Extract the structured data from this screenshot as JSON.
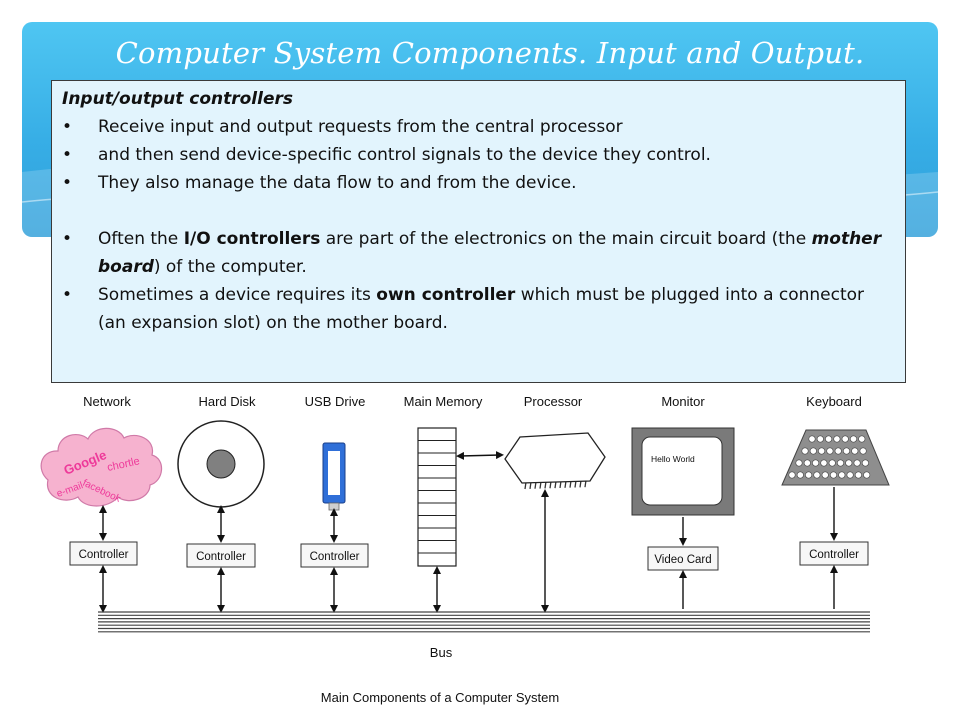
{
  "slide": {
    "title": "Computer System Components. Input and Output."
  },
  "textbox": {
    "heading": "Input/output controllers",
    "bullets": [
      {
        "parts": [
          {
            "text": "Receive input and output requests from the central processor",
            "bold": false,
            "italic": false
          }
        ]
      },
      {
        "parts": [
          {
            "text": "and then send device-specific control signals to the device they control.",
            "bold": false,
            "italic": false
          }
        ]
      },
      {
        "parts": [
          {
            "text": "They also manage the data flow to and from the device.",
            "bold": false,
            "italic": false
          }
        ]
      },
      {
        "spacer": true
      },
      {
        "parts": [
          {
            "text": "Often the ",
            "bold": false,
            "italic": false
          },
          {
            "text": "I/O controllers",
            "bold": true,
            "italic": false
          },
          {
            "text": " are part of the electronics on the main circuit board (the ",
            "bold": false,
            "italic": false
          },
          {
            "text": "mother board",
            "bold": true,
            "italic": true
          },
          {
            "text": ") of the computer.",
            "bold": false,
            "italic": false
          }
        ]
      },
      {
        "parts": [
          {
            "text": " Sometimes a device requires its ",
            "bold": false,
            "italic": false
          },
          {
            "text": "own controller",
            "bold": true,
            "italic": false
          },
          {
            "text": " which must be plugged into a connector (an expansion slot) on the mother board.",
            "bold": false,
            "italic": false
          }
        ]
      }
    ],
    "bullet_char": "•"
  },
  "diagram": {
    "components": {
      "network": "Network",
      "hard_disk": "Hard Disk",
      "usb_drive": "USB Drive",
      "main_memory": "Main Memory",
      "processor": "Processor",
      "monitor": "Monitor",
      "keyboard": "Keyboard"
    },
    "controllers": {
      "network": "Controller",
      "hard_disk": "Controller",
      "usb_drive": "Controller",
      "monitor": "Video Card",
      "keyboard": "Controller"
    },
    "cloud_words": [
      "Google",
      "chortle",
      "facebook",
      "e-mail"
    ],
    "monitor_screen_text": "Hello World",
    "bus_label": "Bus",
    "caption": "Main Components of a Computer System"
  },
  "colors": {
    "banner": "#37aee6",
    "textbox_bg": "#e2f4fd",
    "cloud_fill": "#f6b2cf",
    "cloud_text": "#ee3a9a",
    "usb_blue": "#2f6fd8",
    "keyboard_gray": "#8e8e8e"
  }
}
